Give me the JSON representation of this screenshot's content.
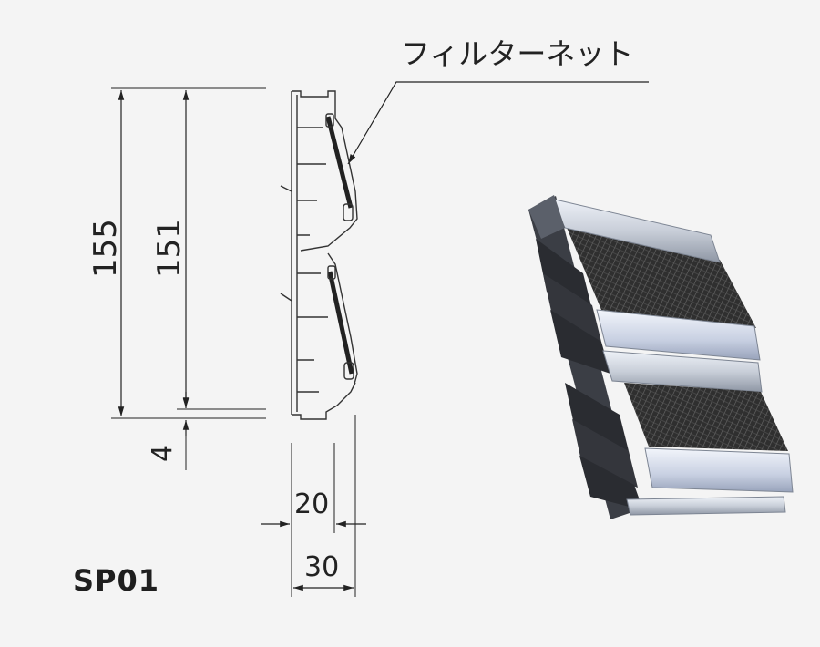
{
  "callout": {
    "label": "フィルターネット"
  },
  "dimensions": {
    "height_outer": "155",
    "height_inner": "151",
    "offset": "4",
    "width_inner": "20",
    "width_outer": "30"
  },
  "product": {
    "code": "SP01"
  },
  "colors": {
    "background": "#f4f4f4",
    "line": "#222222",
    "net": "#3a3a3a"
  }
}
